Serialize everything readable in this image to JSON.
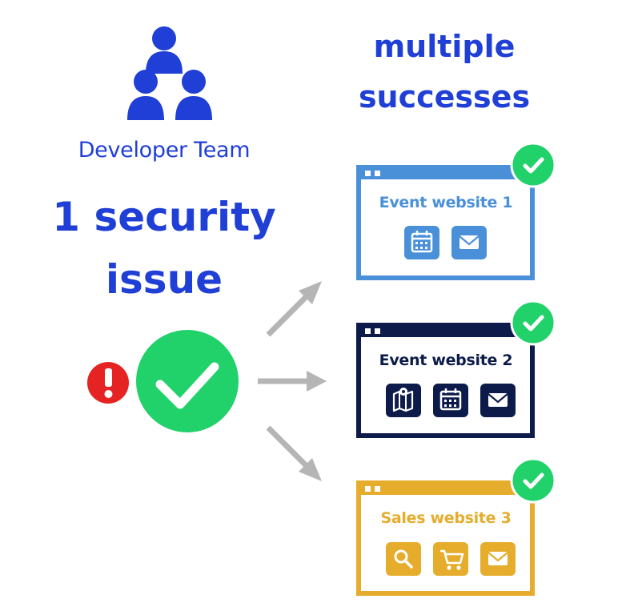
{
  "team": {
    "label": "Developer Team"
  },
  "issue": {
    "line1": "1 security",
    "line2": "issue"
  },
  "successes": {
    "line1": "multiple",
    "line2": "successes"
  },
  "sites": [
    {
      "title": "Event website 1",
      "color": "#4a90d9",
      "icons": [
        "calendar-icon",
        "mail-icon"
      ]
    },
    {
      "title": "Event website 2",
      "color": "#0d1b4b",
      "icons": [
        "map-icon",
        "calendar-icon",
        "mail-icon"
      ]
    },
    {
      "title": "Sales website 3",
      "color": "#e6ad2d",
      "icons": [
        "search-icon",
        "cart-icon",
        "mail-icon"
      ]
    }
  ],
  "colors": {
    "brand_blue": "#1f3fd6",
    "success_green": "#21d16a",
    "alert_red": "#e62323",
    "arrow_gray": "#b5b5b5"
  }
}
